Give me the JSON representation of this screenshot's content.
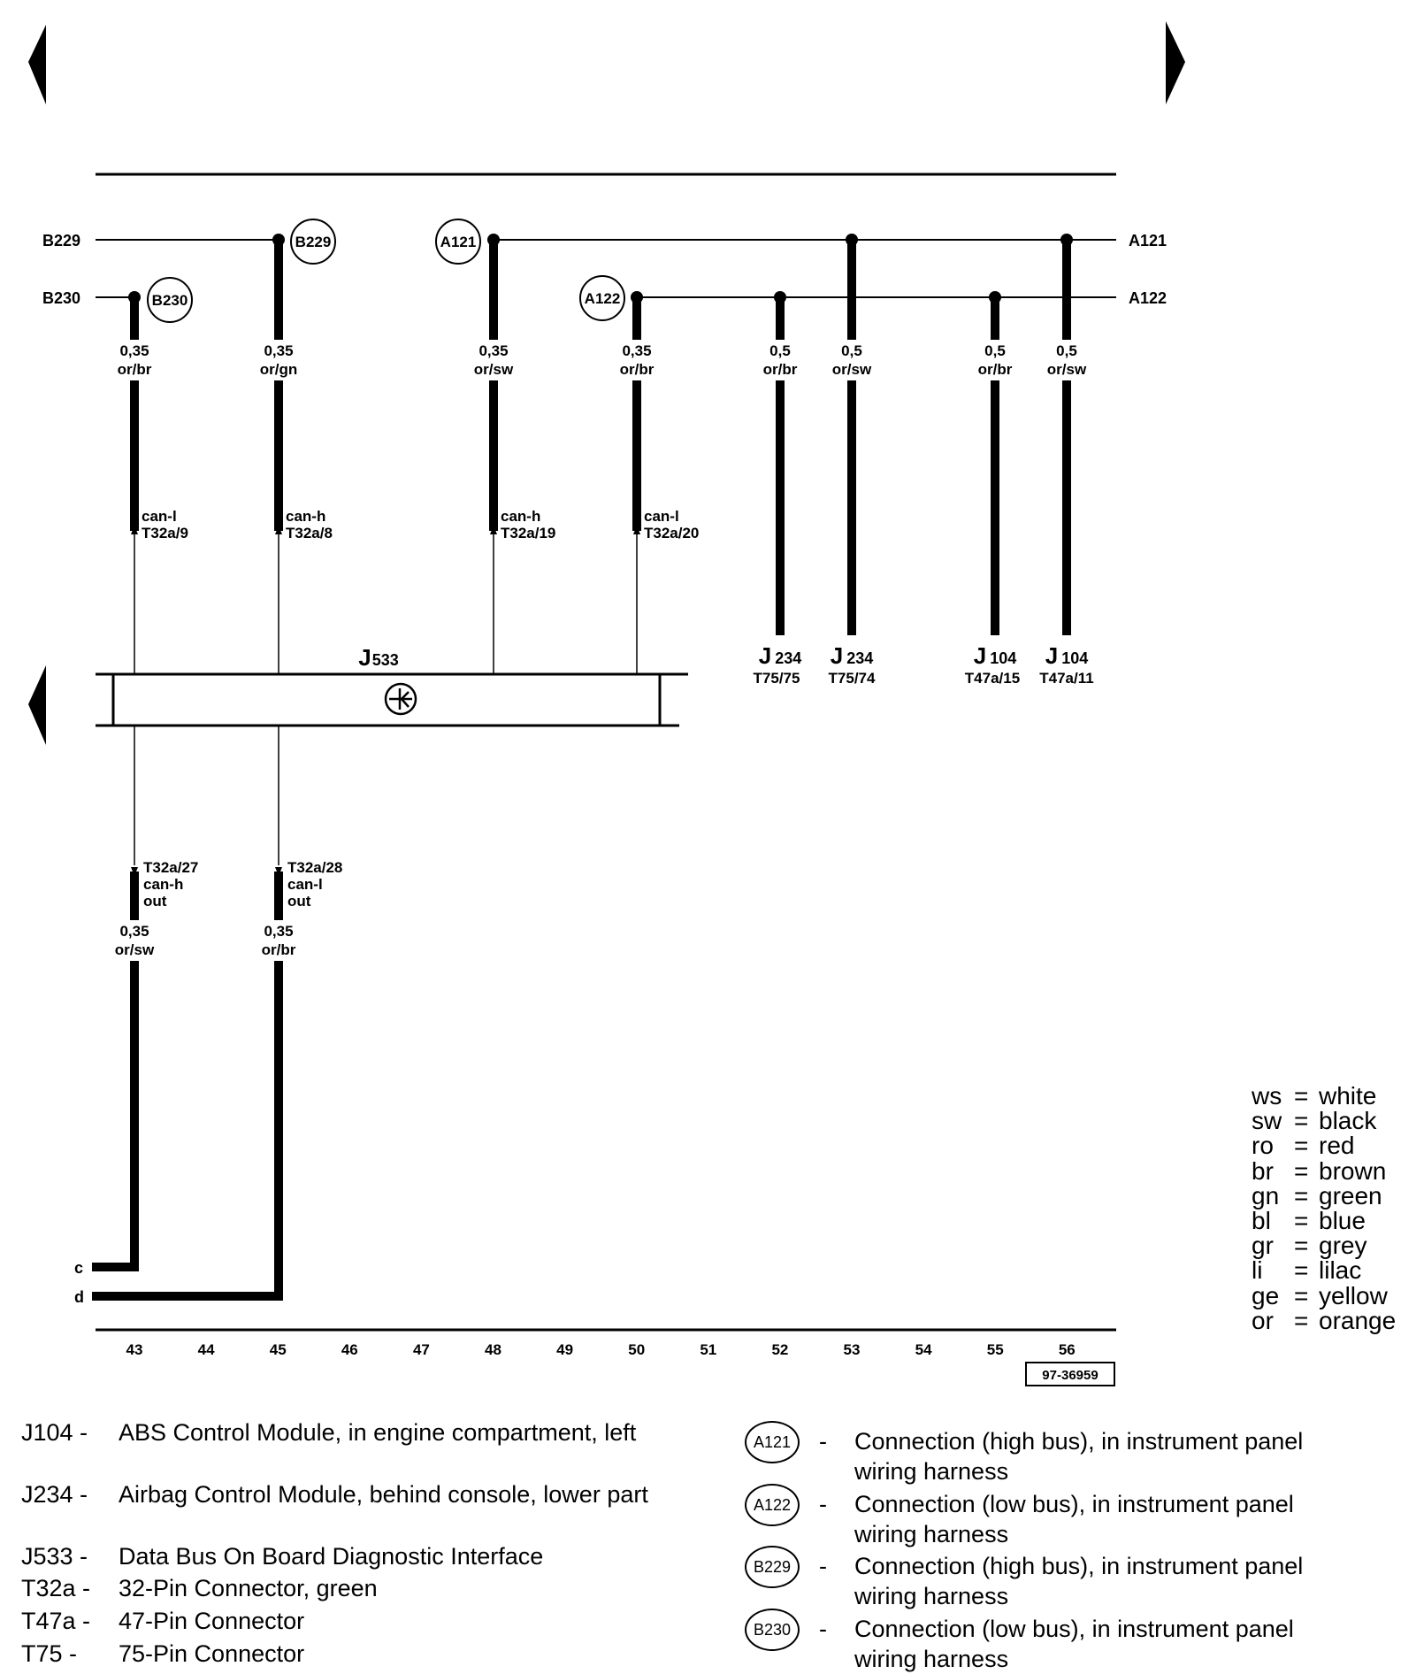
{
  "buses": {
    "B229": "B229",
    "B230": "B230",
    "A121": "A121",
    "A122": "A122"
  },
  "connectors": {
    "B230": "B230",
    "B229": "B229",
    "A121": "A121",
    "A122": "A122"
  },
  "wires": [
    {
      "id": "w43",
      "size": "0,35",
      "color": "or/br",
      "signal": "can-l",
      "pin": "T32a/9"
    },
    {
      "id": "w45",
      "size": "0,35",
      "color": "or/gn",
      "signal": "can-h",
      "pin": "T32a/8"
    },
    {
      "id": "w48",
      "size": "0,35",
      "color": "or/sw",
      "signal": "can-h",
      "pin": "T32a/19"
    },
    {
      "id": "w50",
      "size": "0,35",
      "color": "or/br",
      "signal": "can-l",
      "pin": "T32a/20"
    },
    {
      "id": "w52",
      "size": "0,5",
      "color": "or/br",
      "comp": "J",
      "compnum": "234",
      "pin": "T75/75"
    },
    {
      "id": "w53",
      "size": "0,5",
      "color": "or/sw",
      "comp": "J",
      "compnum": "234",
      "pin": "T75/74"
    },
    {
      "id": "w55",
      "size": "0,5",
      "color": "or/br",
      "comp": "J",
      "compnum": "104",
      "pin": "T47a/15"
    },
    {
      "id": "w56",
      "size": "0,5",
      "color": "or/sw",
      "comp": "J",
      "compnum": "104",
      "pin": "T47a/11"
    }
  ],
  "outputs": [
    {
      "id": "o43",
      "pin": "T32a/27",
      "signal": "can-h",
      "dir": "out",
      "size": "0,35",
      "color": "or/sw"
    },
    {
      "id": "o45",
      "pin": "T32a/28",
      "signal": "can-l",
      "dir": "out",
      "size": "0,35",
      "color": "or/br"
    }
  ],
  "module": {
    "letter": "J",
    "number": "533"
  },
  "terminals": {
    "c": "c",
    "d": "d"
  },
  "grid_numbers": [
    "43",
    "44",
    "45",
    "46",
    "47",
    "48",
    "49",
    "50",
    "51",
    "52",
    "53",
    "54",
    "55",
    "56"
  ],
  "figure_ref": "97-36959",
  "color_legend": [
    {
      "code": "ws",
      "eq": "=",
      "name": "white"
    },
    {
      "code": "sw",
      "eq": "=",
      "name": "black"
    },
    {
      "code": "ro",
      "eq": "=",
      "name": "red"
    },
    {
      "code": "br",
      "eq": "=",
      "name": "brown"
    },
    {
      "code": "gn",
      "eq": "=",
      "name": "green"
    },
    {
      "code": "bl",
      "eq": "=",
      "name": "blue"
    },
    {
      "code": "gr",
      "eq": "=",
      "name": "grey"
    },
    {
      "code": "li",
      "eq": "=",
      "name": "lilac"
    },
    {
      "code": "ge",
      "eq": "=",
      "name": "yellow"
    },
    {
      "code": "or",
      "eq": "=",
      "name": "orange"
    }
  ],
  "component_legend": [
    {
      "id": "J104 -",
      "desc": "ABS Control Module, in engine compartment, left"
    },
    {
      "id": "J234 -",
      "desc": "Airbag Control Module, behind console, lower part"
    },
    {
      "id": "J533 -",
      "desc": "Data Bus On Board Diagnostic Interface"
    },
    {
      "id": "T32a -",
      "desc": "32-Pin Connector, green"
    },
    {
      "id": "T47a -",
      "desc": "47-Pin Connector"
    },
    {
      "id": "T75   -",
      "desc": "75-Pin Connector"
    }
  ],
  "connection_legend": [
    {
      "id": "A121",
      "dash": "-",
      "desc": "Connection (high bus), in instrument panel wiring harness"
    },
    {
      "id": "A122",
      "dash": "-",
      "desc": "Connection (low bus), in instrument panel wiring harness"
    },
    {
      "id": "B229",
      "dash": "-",
      "desc": "Connection (high bus), in instrument panel wiring harness"
    },
    {
      "id": "B230",
      "dash": "-",
      "desc": "Connection (low bus), in instrument panel wiring harness"
    }
  ]
}
